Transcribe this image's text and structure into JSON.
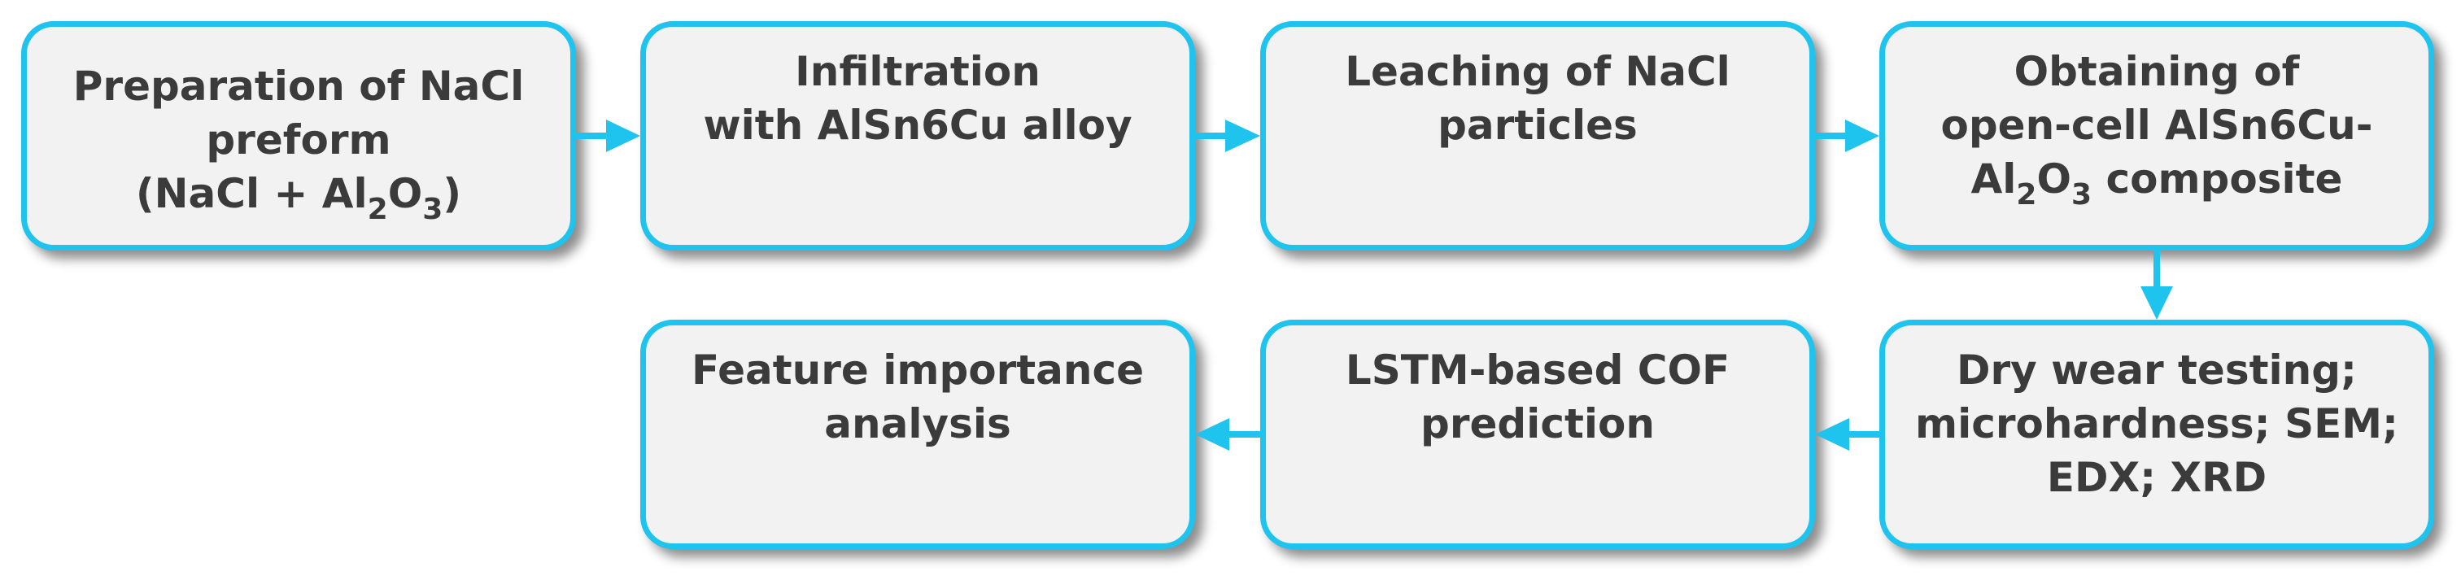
{
  "diagram": {
    "accent_color": "#1ec3ee",
    "box_fill": "#f2f2f2",
    "text_color": "#3b3b3b",
    "steps": {
      "s1": {
        "line1": "Preparation of NaCl",
        "line2": "preform",
        "l3_pre": "(NaCl + Al",
        "l3_sub1": "2",
        "l3_mid": "O",
        "l3_sub2": "3",
        "l3_post": ")"
      },
      "s2": {
        "text": "Infiltration\nwith AlSn6Cu alloy"
      },
      "s3": {
        "text": "Leaching of NaCl\nparticles"
      },
      "s4": {
        "line1": "Obtaining of",
        "line2": "open-cell AlSn6Cu-",
        "l3_pre": "Al",
        "l3_sub1": "2",
        "l3_mid": "O",
        "l3_sub2": "3",
        "l3_post": " composite"
      },
      "s5": {
        "text": "Dry wear testing;\nmicrohardness; SEM;\nEDX; XRD"
      },
      "s6": {
        "text": "LSTM-based COF\nprediction"
      },
      "s7": {
        "text": "Feature importance\nanalysis"
      }
    }
  }
}
